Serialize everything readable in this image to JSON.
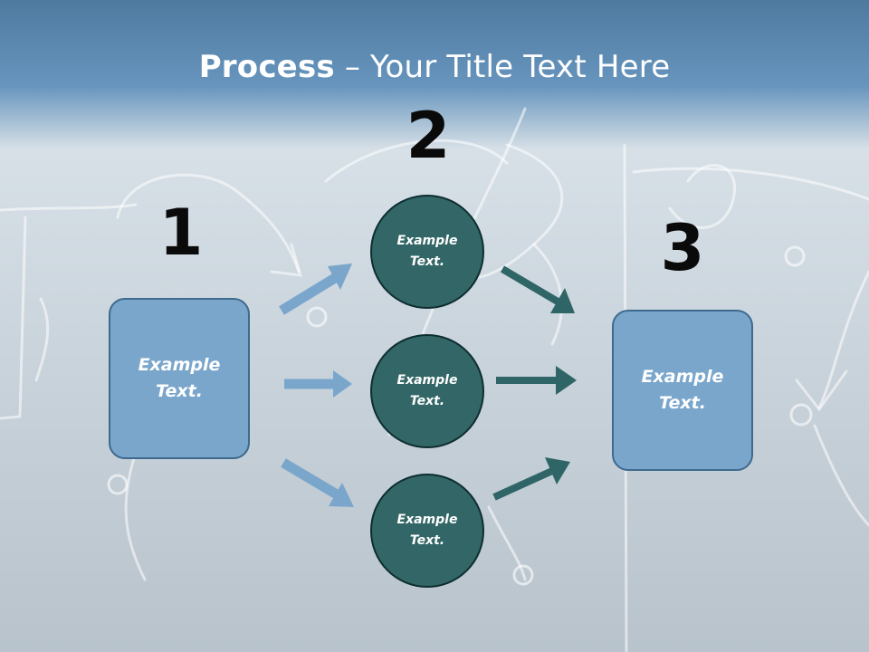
{
  "title": {
    "bold": "Process",
    "rest": " – Your Title Text Here"
  },
  "steps": [
    {
      "number": "1"
    },
    {
      "number": "2"
    },
    {
      "number": "3"
    }
  ],
  "left_box": {
    "text": "Example\nText."
  },
  "middle_circles": [
    {
      "text": "Example\nText."
    },
    {
      "text": "Example\nText."
    },
    {
      "text": "Example\nText."
    }
  ],
  "right_box": {
    "text": "Example\nText."
  },
  "colors": {
    "box_fill": "#7aa6cc",
    "circle_fill": "#336666",
    "left_arrows": "#7aa6cc",
    "right_arrows": "#2f6566"
  }
}
